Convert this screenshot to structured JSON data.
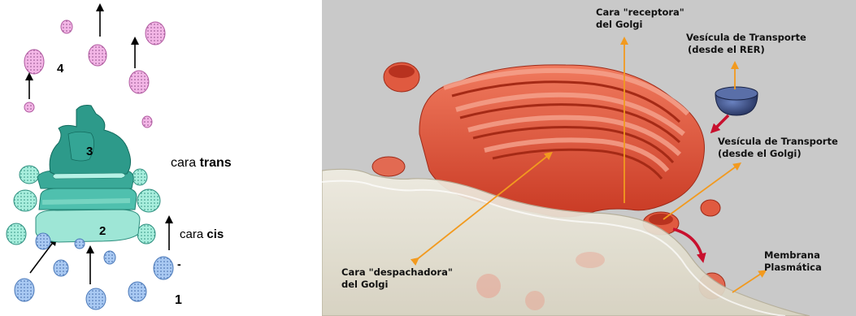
{
  "left_diagram": {
    "labels": {
      "num_1": "1",
      "num_2": "2",
      "num_3": "3",
      "num_4": "4",
      "cara_trans_prefix": "cara ",
      "cara_trans_bold": "trans",
      "cara_cis_prefix": "cara ",
      "cara_cis_bold": "cis",
      "minus": "-"
    },
    "colors": {
      "trans_vesicle": "#f3b6e6",
      "trans_vesicle_stroke": "#b05aa0",
      "cis_vesicle": "#a9c9f2",
      "cis_vesicle_stroke": "#4a78b8",
      "cisterna_dark": "#2d9a8a",
      "cisterna_mid": "#4fc0ae",
      "cisterna_light": "#9ee6d6",
      "side_vesicle": "#a8eedd"
    }
  },
  "right_diagram": {
    "labels": {
      "receptora_line1": "Cara \"receptora\"",
      "receptora_line2": "del Golgi",
      "vesicula_rer_line1": "Vesícula de Transporte",
      "vesicula_rer_line2": "(desde el RER)",
      "vesicula_golgi_line1": "Vesícula de Transporte",
      "vesicula_golgi_line2": "(desde el Golgi)",
      "despachadora_line1": "Cara \"despachadora\"",
      "despachadora_line2": "del Golgi",
      "membrana_line1": "Membrana",
      "membrana_line2": "Plasmática"
    },
    "colors": {
      "background": "#c9c9c9",
      "golgi": "#e4563d",
      "golgi_dark": "#b8321f",
      "golgi_light": "#f08a6e",
      "membrane": "#e6e2d4",
      "arrow_orange": "#f29a1f",
      "arrow_red": "#c8102e",
      "vesicle_blue": "#34467e"
    }
  }
}
